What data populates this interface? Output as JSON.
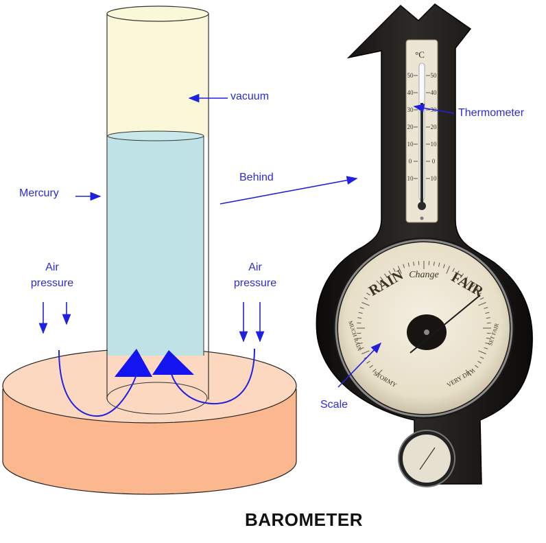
{
  "title": "BAROMETER",
  "labels": {
    "vacuum": "vacuum",
    "mercury": "Mercury",
    "behind": "Behind",
    "thermometer": "Thermometer",
    "air_pressure_left": [
      "Air",
      "pressure"
    ],
    "air_pressure_right": [
      "Air",
      "pressure"
    ],
    "scale": "Scale"
  },
  "dial": {
    "arc_left": "RAIN",
    "arc_middle": "Change",
    "arc_right": "FAIR",
    "bottom_left": "STORMY",
    "bottom_right": "VERY DRY",
    "side_left": "MUCH RAIN",
    "side_right": "SET FAIR"
  },
  "thermometer_scale": {
    "unit": "°C",
    "left_ticks": [
      "50",
      "40",
      "30",
      "20",
      "10",
      "0",
      "10"
    ],
    "right_ticks": [
      "50",
      "40",
      "30",
      "20",
      "10",
      "0",
      "10"
    ]
  },
  "colors": {
    "label": "#2b2bd8",
    "vacuum": "#fbf8da",
    "mercury": "#bfe2e6",
    "dish_top": "#fcd8c0",
    "dish_side": "#fbb88f",
    "arrow": "#2020e0",
    "barometer_body": "#1c1917"
  }
}
